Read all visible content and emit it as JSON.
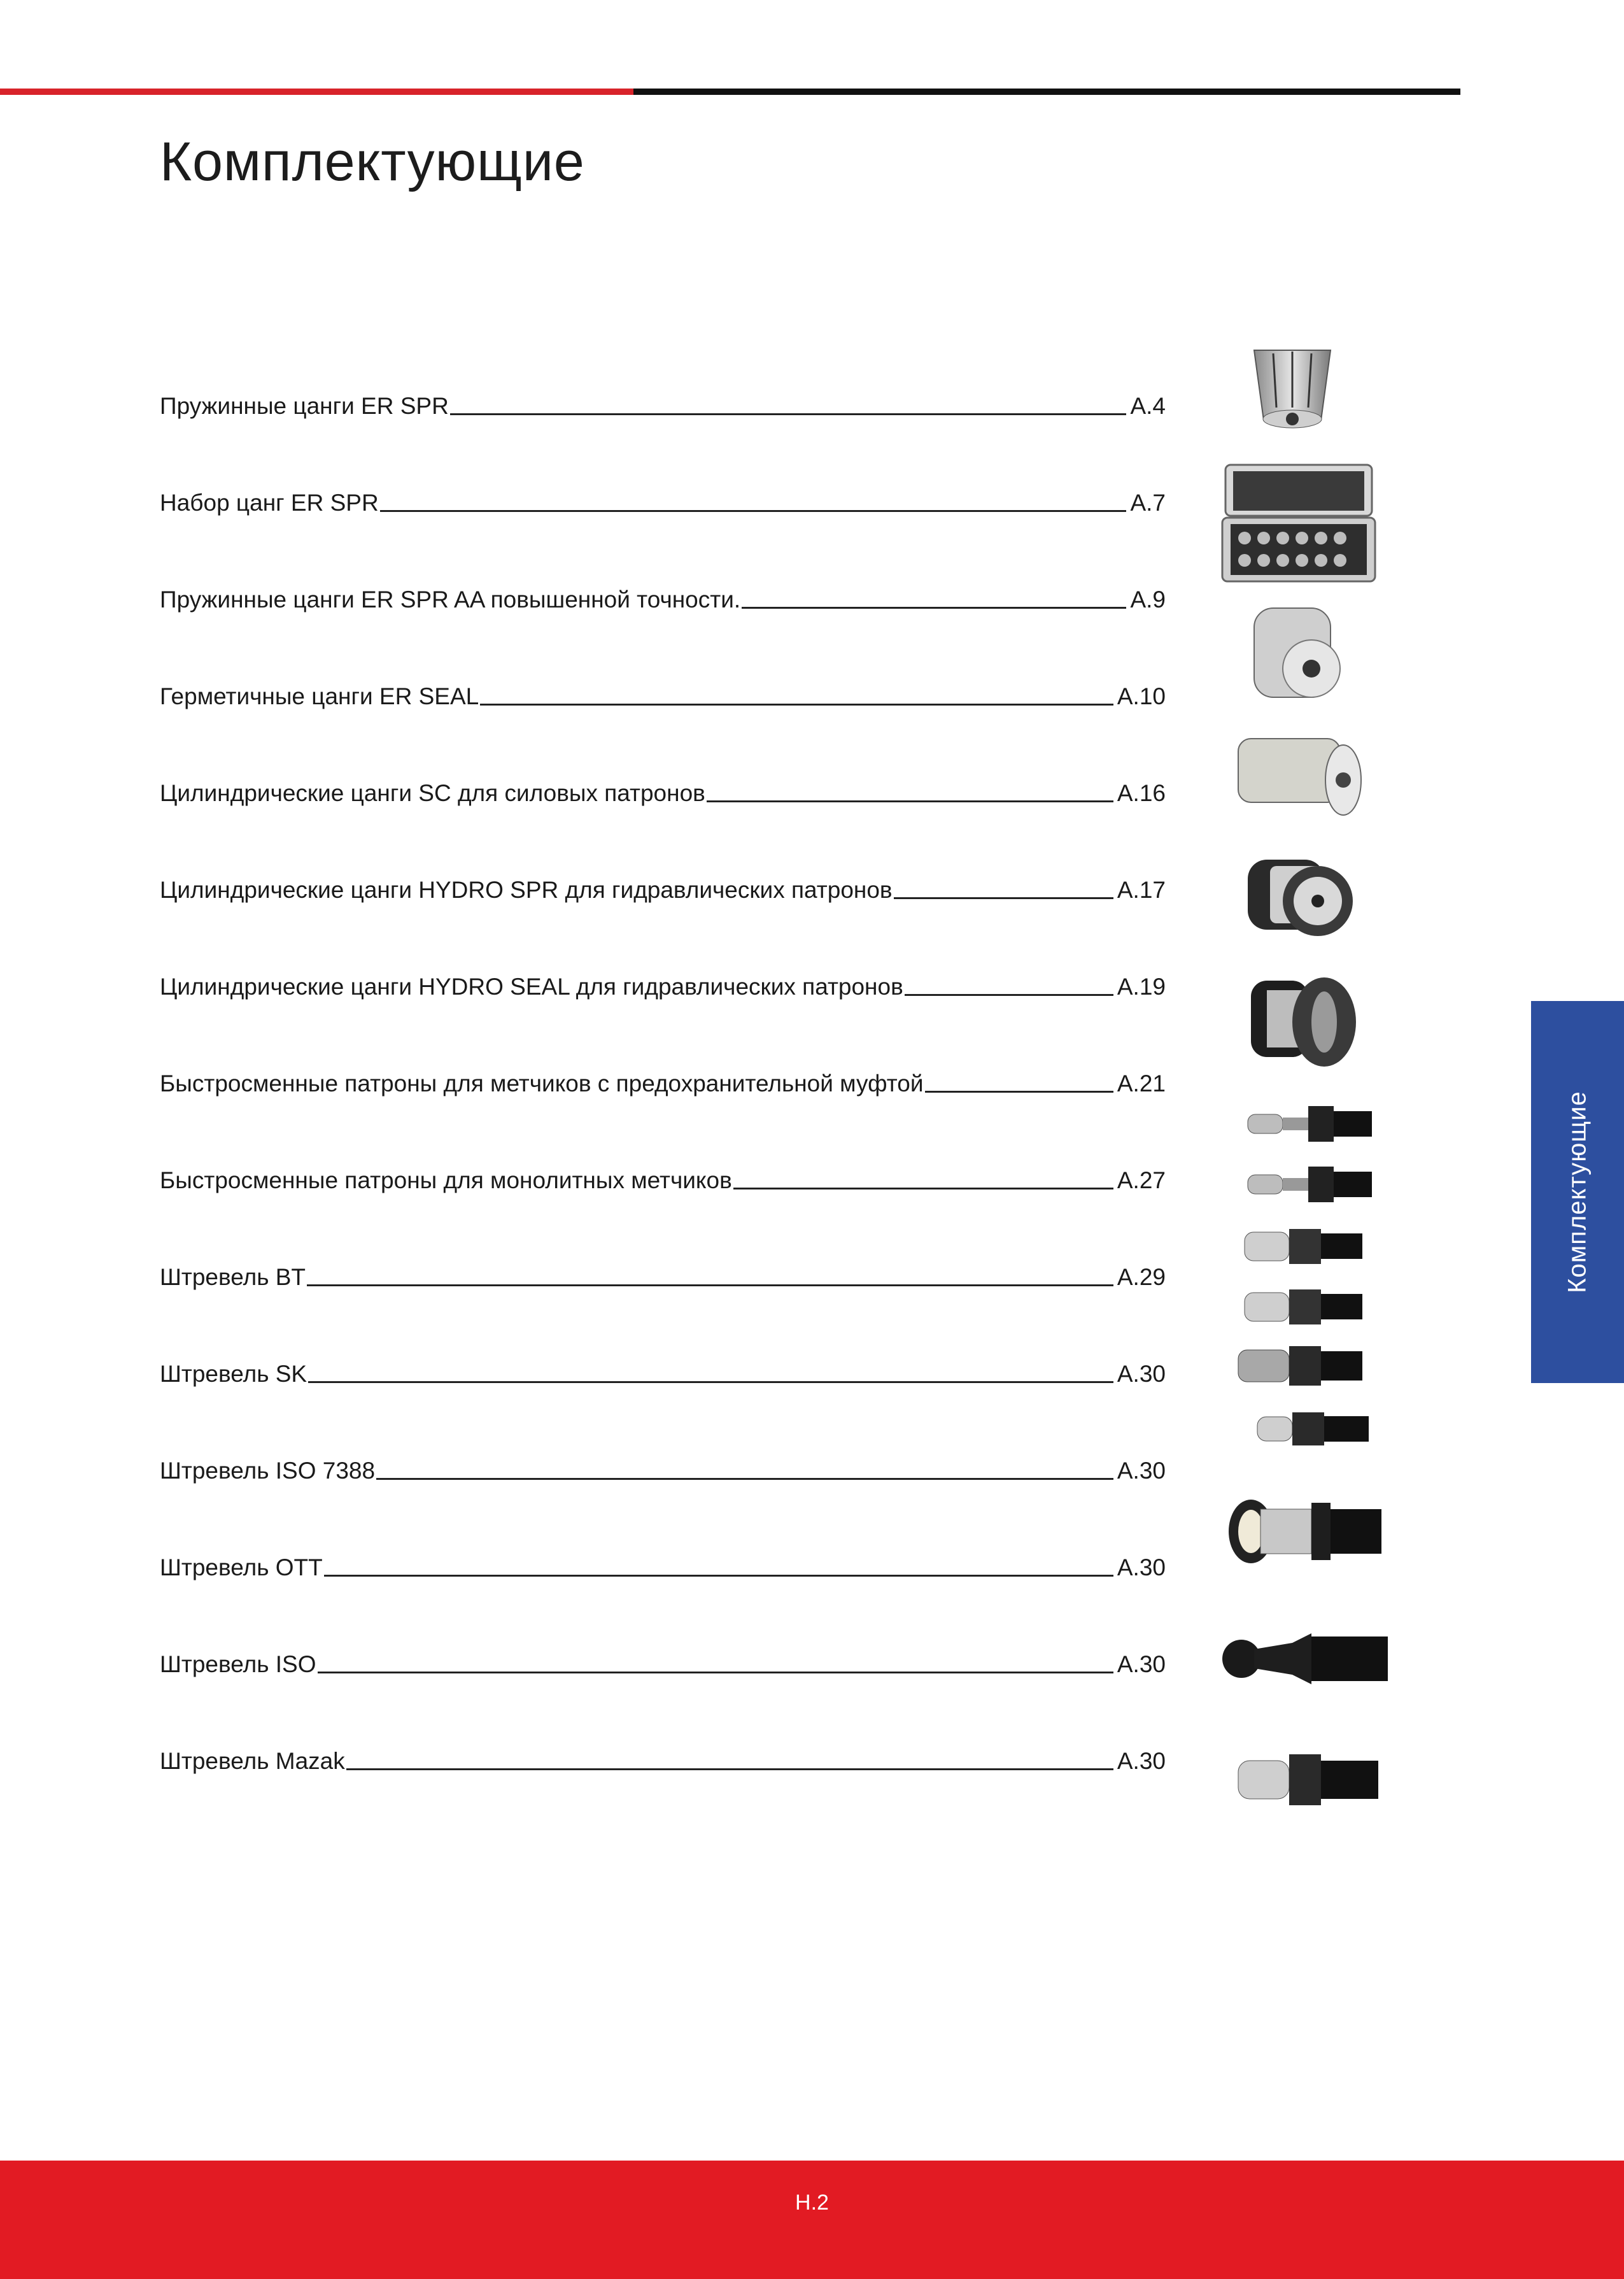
{
  "title": "Комплектующие",
  "side_tab": {
    "label": "Комплектующие"
  },
  "footer": {
    "page_number": "H.2"
  },
  "colors": {
    "accent_red": "#e21b23",
    "tab_blue": "#2d4f9f",
    "rule_black": "#111111"
  },
  "toc": [
    {
      "title": "Пружинные цанги ER SPR",
      "page": "A.4"
    },
    {
      "title": "Набор цанг ER SPR",
      "page": "A.7"
    },
    {
      "title": "Пружинные цанги ER SPR AA повышенной точности.",
      "page": "A.9"
    },
    {
      "title": "Герметичные цанги ER SEAL",
      "page": "A.10"
    },
    {
      "title": "Цилиндрические цанги SC для силовых патронов ",
      "page": "A.16"
    },
    {
      "title": "Цилиндрические цанги HYDRO SPR для гидравлических патронов ",
      "page": "A.17"
    },
    {
      "title": "Цилиндрические цанги HYDRO SEAL для гидравлических патронов ",
      "page": "A.19"
    },
    {
      "title": "Быстросменные патроны для метчиков с предохранительной муфтой",
      "page": "A.21"
    },
    {
      "title": "Быстросменные патроны для монолитных метчиков ",
      "page": "A.27"
    },
    {
      "title": "Штревель BT",
      "page": "A.29"
    },
    {
      "title": "Штревель SK",
      "page": "A.30"
    },
    {
      "title": "Штревель ISO 7388",
      "page": "A.30"
    },
    {
      "title": "Штревель OTT",
      "page": "A.30"
    },
    {
      "title": "Штревель ISO ",
      "page": "A.30"
    },
    {
      "title": "Штревель Mazak ",
      "page": "A.30"
    }
  ]
}
